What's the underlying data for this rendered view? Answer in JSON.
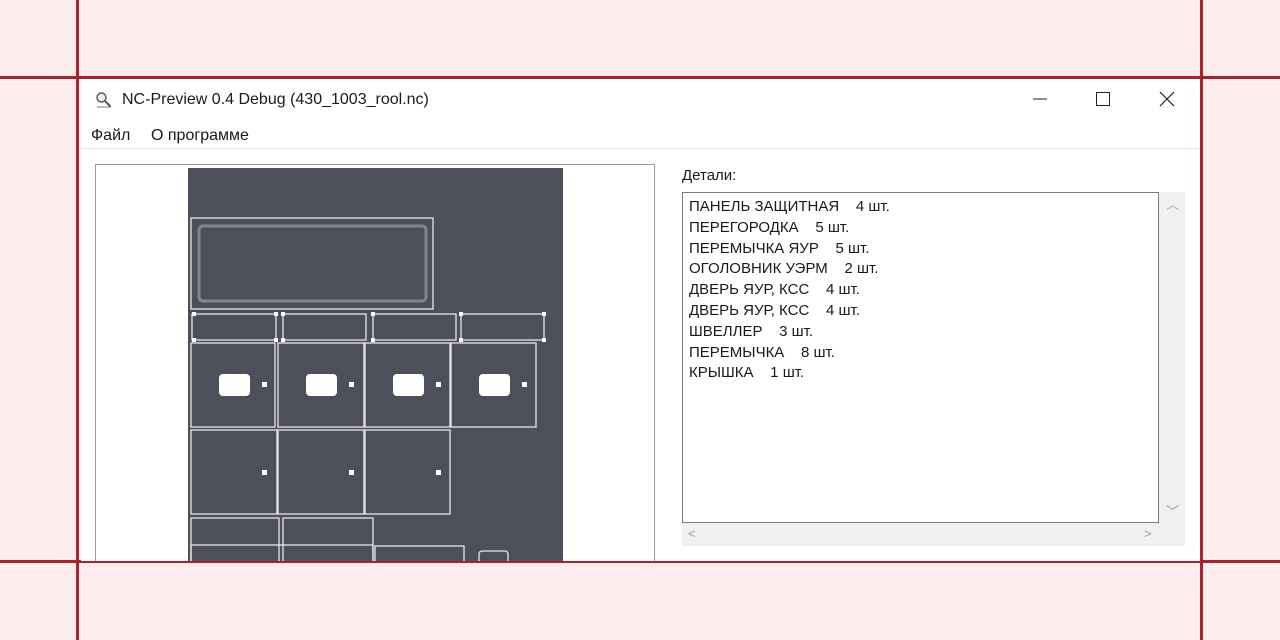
{
  "window": {
    "title": "NC-Preview 0.4 Debug (430_1003_rool.nc)",
    "app_icon": "magnifier-icon"
  },
  "menu": {
    "items": [
      {
        "label": "Файл"
      },
      {
        "label": "О программе"
      }
    ]
  },
  "window_controls": {
    "minimize": "minimize-icon",
    "maximize": "maximize-icon",
    "close": "close-icon"
  },
  "details": {
    "label": "Детали:",
    "items": [
      "ПАНЕЛЬ ЗАЩИТНАЯ    4 шт.",
      "ПЕРЕГОРОДКА    5 шт.",
      "ПЕРЕМЫЧКА ЯУР    5 шт.",
      "ОГОЛОВНИК УЭРМ    2 шт.",
      "ДВЕРЬ ЯУР, КСС    4 шт.",
      "ДВЕРЬ ЯУР, КСС    4 шт.",
      "ШВЕЛЛЕР    3 шт.",
      "ПЕРЕМЫЧКА    8 шт.",
      "КРЫШКА    1 шт."
    ]
  },
  "colors": {
    "background": "#fdecee",
    "guide_lines": "#a8232f",
    "sheet": "#4d4f5b",
    "part_outline": "#e8e8e8"
  }
}
